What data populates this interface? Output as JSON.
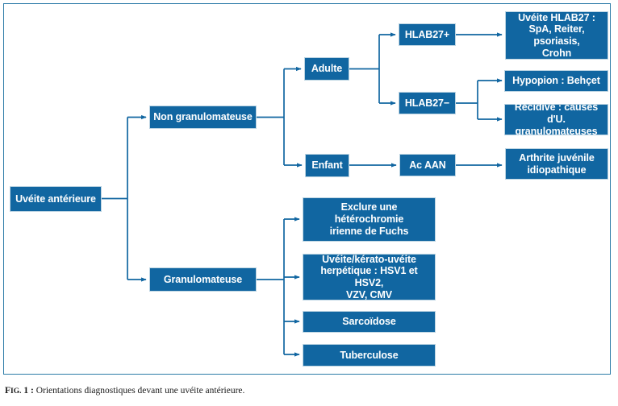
{
  "figure": {
    "caption_label_prefix": "F",
    "caption_label_small": "IG.",
    "caption_label_number": " 1 :",
    "caption_text": " Orientations diagnostiques devant une uvéite antérieure.",
    "frame_color": "#2d7ca8",
    "node_fill": "#1166a1",
    "node_border": "#bcd4e2",
    "connector_color": "#1166a1",
    "text_color": "#ffffff"
  },
  "nodes": {
    "root": {
      "label": "Uvéite antérieure"
    },
    "non_granulomateuse": {
      "label": "Non granulomateuse"
    },
    "granulomateuse": {
      "label": "Granulomateuse"
    },
    "adulte": {
      "label": "Adulte"
    },
    "enfant": {
      "label": "Enfant"
    },
    "hlab27_pos": {
      "label": "HLAB27+"
    },
    "hlab27_neg": {
      "label": "HLAB27−"
    },
    "ac_aan": {
      "label": "Ac AAN"
    },
    "uveite_hlab27": {
      "line1": "Uvéite HLAB27 :",
      "line2": "SpA, Reiter, psoriasis,",
      "line3": "Crohn"
    },
    "hypopion": {
      "label": "Hypopion : Behçet"
    },
    "recidive": {
      "line1": "Récidive : causes",
      "line2": "d'U. granulomateuses"
    },
    "arthrite": {
      "line1": "Arthrite juvénile",
      "line2": "idiopathique"
    },
    "fuchs": {
      "line1": "Exclure une hétérochromie",
      "line2": "irienne de Fuchs"
    },
    "herpetique": {
      "line1": "Uvéite/kérato-uvéite",
      "line2": "herpétique : HSV1 et HSV2,",
      "line3": "VZV, CMV"
    },
    "sarcoidose": {
      "label": "Sarcoïdose"
    },
    "tuberculose": {
      "label": "Tuberculose"
    }
  }
}
